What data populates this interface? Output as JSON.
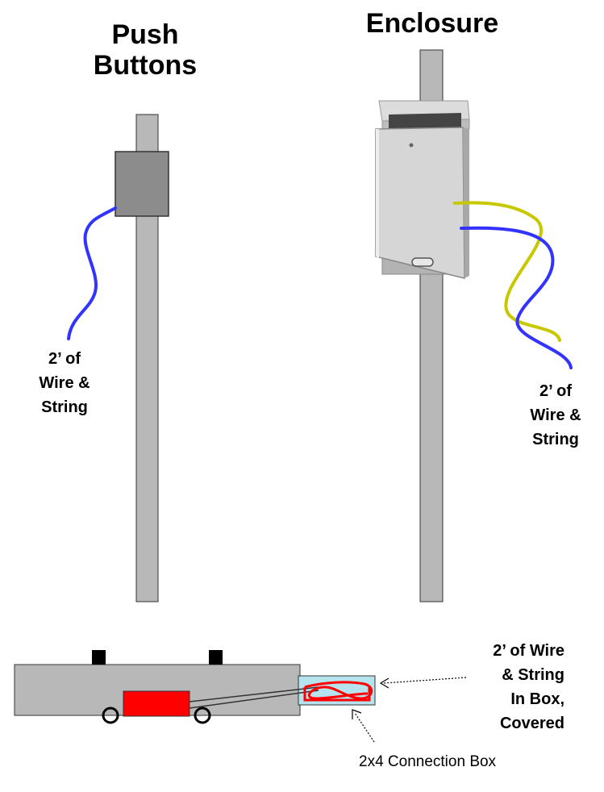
{
  "titles": {
    "push_buttons_line1": "Push",
    "push_buttons_line2": "Buttons",
    "enclosure": "Enclosure"
  },
  "wire_labels": {
    "left": [
      "2’ of",
      "Wire &",
      "String"
    ],
    "right": [
      "2’ of",
      "Wire &",
      "String"
    ],
    "bottom": [
      "2’ of Wire",
      "& String",
      "In Box,",
      "Covered"
    ]
  },
  "captions": {
    "connection_box": "2x4 Connection Box"
  },
  "colors": {
    "post": "#b8b8b8",
    "button_box": "#8c8c8c",
    "blue_wire": "#3333ff",
    "yellow_wire": "#c8c800",
    "red": "#ff0000",
    "connection_box_fill": "#b6e4ee",
    "enclosure": "#c8c8c8"
  }
}
